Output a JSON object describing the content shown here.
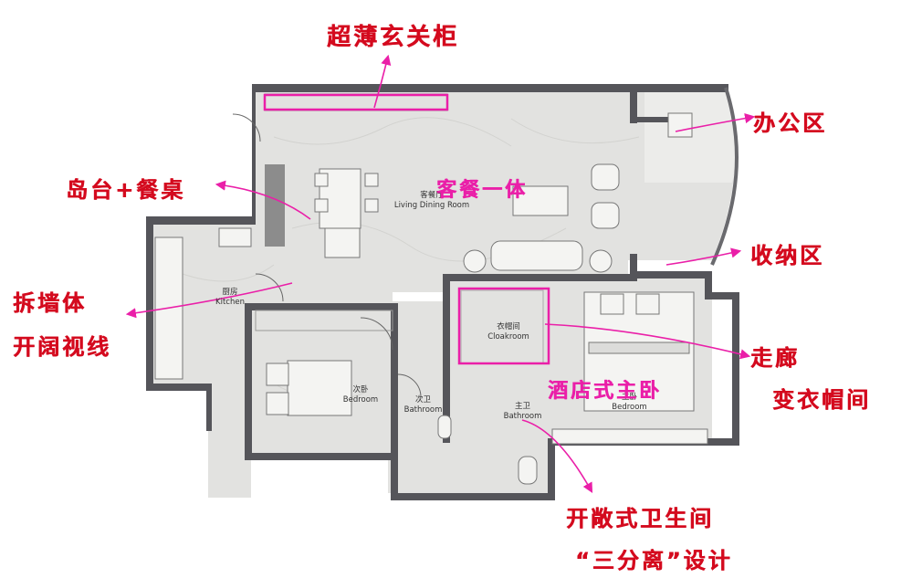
{
  "colors": {
    "annotation_red": "#d40a1e",
    "annotation_pink": "#ea1fa8",
    "wall": "#55555a",
    "floor": "#e2e2e0"
  },
  "rooms": {
    "living_dining": {
      "zh": "客餐厅",
      "en": "Living Dining Room"
    },
    "kitchen": {
      "zh": "厨房",
      "en": "Kitchen"
    },
    "cloakroom": {
      "zh": "衣帽间",
      "en": "Cloakroom"
    },
    "second_bedroom": {
      "zh": "次卧",
      "en": "Bedroom"
    },
    "second_bathroom": {
      "zh": "次卫",
      "en": "Bathroom"
    },
    "master_bathroom": {
      "zh": "主卫",
      "en": "Bathroom"
    },
    "master_bedroom": {
      "zh": "主卧",
      "en": "Bedroom"
    }
  },
  "annotations": {
    "entry_cabinet": "超薄玄关柜",
    "office_area": "办公区",
    "island_dining": "岛台+餐桌",
    "living_dining_combined": "客餐一体",
    "storage_area": "收纳区",
    "demolish_wall_line1": "拆墙体",
    "demolish_wall_line2": "开阔视线",
    "corridor_line1": "走廊",
    "corridor_line2": "变衣帽间",
    "hotel_master": "酒店式主卧",
    "open_bath_line1": "开敞式卫生间",
    "open_bath_line2": "“三分离”设计"
  }
}
